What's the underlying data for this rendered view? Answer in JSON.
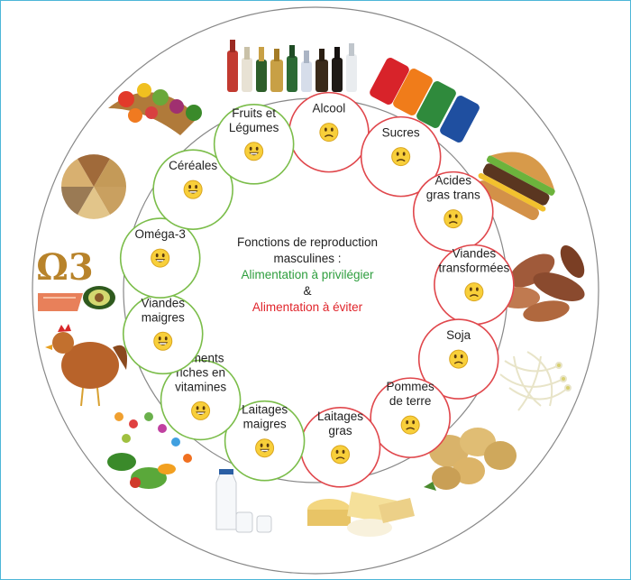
{
  "center": {
    "title_line1": "Fonctions de reproduction",
    "title_line2": "masculines :",
    "favor": "Alimentation à privilégier",
    "amp": "&",
    "avoid": "Alimentation à éviter"
  },
  "colors": {
    "favor": "#2e9e3e",
    "avoid": "#e0242b",
    "favor_ring": "#7bbd4a",
    "avoid_ring": "#e0474c",
    "outer_ring": "#888888",
    "frame": "#4cb6d8"
  },
  "foods": [
    {
      "id": "alcool",
      "lines": [
        "Alcool"
      ],
      "kind": "avoid",
      "face": "frown-face-icon",
      "picture": "liquor-bottles"
    },
    {
      "id": "sucres",
      "lines": [
        "Sucres"
      ],
      "kind": "avoid",
      "face": "frown-face-icon",
      "picture": "soda-cans"
    },
    {
      "id": "acides-gras-trans",
      "lines": [
        "Acides",
        "gras trans"
      ],
      "kind": "avoid",
      "face": "frown-face-icon",
      "picture": "hamburger"
    },
    {
      "id": "viandes-transformees",
      "lines": [
        "Viandes",
        "transformées"
      ],
      "kind": "avoid",
      "face": "frown-face-icon",
      "picture": "sausages"
    },
    {
      "id": "soja",
      "lines": [
        "Soja"
      ],
      "kind": "avoid",
      "face": "frown-face-icon",
      "picture": "bean-sprouts"
    },
    {
      "id": "pommes-de-terre",
      "lines": [
        "Pommes",
        "de terre"
      ],
      "kind": "avoid",
      "face": "frown-face-icon",
      "picture": "potatoes"
    },
    {
      "id": "laitages-gras",
      "lines": [
        "Laitages",
        "gras"
      ],
      "kind": "avoid",
      "face": "frown-face-icon",
      "picture": "cheeses"
    },
    {
      "id": "laitages-maigres",
      "lines": [
        "Laitages",
        "maigres"
      ],
      "kind": "favor",
      "face": "smile-face-icon",
      "picture": "milk-yogurt"
    },
    {
      "id": "aliments-vitamines",
      "lines": [
        "Aliments",
        "riches en",
        "vitamines"
      ],
      "kind": "favor",
      "face": "smile-face-icon",
      "picture": "vitamin-vegetables"
    },
    {
      "id": "viandes-maigres",
      "lines": [
        "Viandes",
        "maigres"
      ],
      "kind": "favor",
      "face": "smile-face-icon",
      "picture": "chicken"
    },
    {
      "id": "omega-3",
      "lines": [
        "Oméga-3"
      ],
      "kind": "favor",
      "face": "smile-face-icon",
      "picture": "salmon-avocado"
    },
    {
      "id": "cereales",
      "lines": [
        "Céréales"
      ],
      "kind": "favor",
      "face": "smile-face-icon",
      "picture": "grains"
    },
    {
      "id": "fruits-legumes",
      "lines": [
        "Fruits et",
        "Légumes"
      ],
      "kind": "favor",
      "face": "smile-face-icon",
      "picture": "fruit-cornucopia"
    }
  ],
  "omega_logo": "Ω3"
}
